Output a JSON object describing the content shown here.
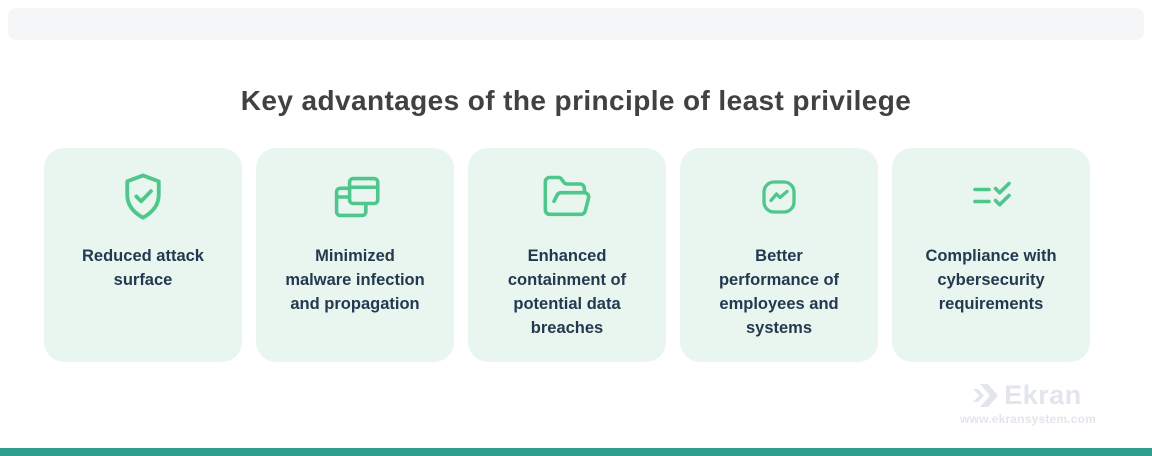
{
  "title": "Key advantages of the principle of least privilege",
  "cards": [
    {
      "icon": "shield-check-icon",
      "lines": [
        "Reduced attack",
        "surface"
      ]
    },
    {
      "icon": "windows-overlap-icon",
      "lines": [
        "Minimized",
        "malware infection",
        "and propagation"
      ]
    },
    {
      "icon": "folder-open-icon",
      "lines": [
        "Enhanced",
        "containment of",
        "potential data",
        "breaches"
      ]
    },
    {
      "icon": "activity-chart-icon",
      "lines": [
        "Better",
        "performance of",
        "employees and",
        "systems"
      ]
    },
    {
      "icon": "checklist-icon",
      "lines": [
        "Compliance with",
        "cybersecurity",
        "requirements"
      ]
    }
  ],
  "branding": {
    "logo_text": "Ekran",
    "website": "www.ekransystem.com"
  },
  "colors": {
    "accent_green": "#4fc68b",
    "card_bg": "#e9f6f0",
    "text_dark": "#24394f",
    "title_color": "#414042",
    "topbar_bg": "#f5f6f8",
    "logo_gray": "#e2e6ec",
    "footer_teal": "#2f9e8c"
  }
}
